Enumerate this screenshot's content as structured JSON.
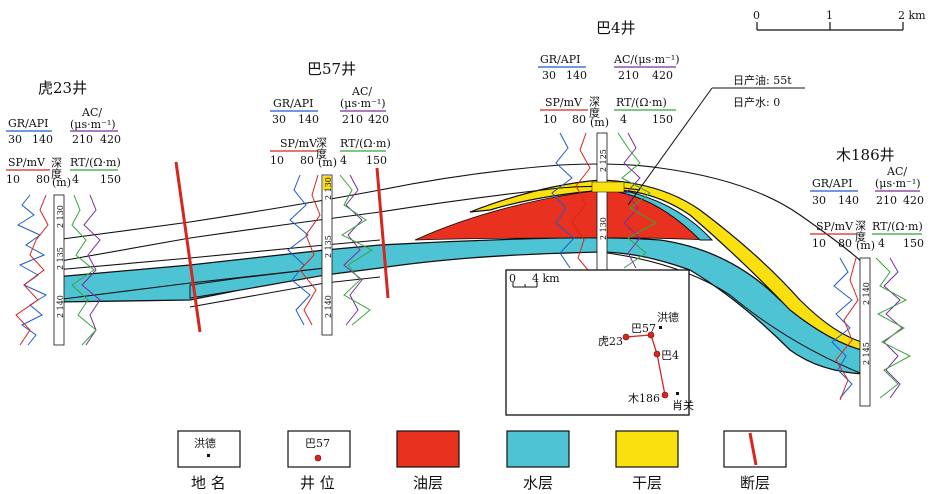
{
  "scale_bar": {
    "ticks": [
      "0",
      "1",
      "2 km"
    ]
  },
  "wells": [
    {
      "id": "hu23",
      "name": "虎23井",
      "gr_label": "GR/API",
      "gr_min": "30",
      "gr_max": "140",
      "ac_label": "AC/",
      "ac_unit": "(μs·m⁻¹)",
      "ac_min": "210",
      "ac_max": "420",
      "sp_label": "SP/mV",
      "sp_min": "10",
      "sp_max": "80",
      "depth_label": "深度",
      "depth_unit": "(m)",
      "rt_label": "RT/(Ω·m)",
      "rt_min": "4",
      "rt_max": "150",
      "depth_ticks": [
        "2 130",
        "2 135",
        "2 140"
      ]
    },
    {
      "id": "ba57",
      "name": "巴57井",
      "gr_label": "GR/API",
      "gr_min": "30",
      "gr_max": "140",
      "ac_label": "AC/",
      "ac_unit": "(μs·m⁻¹)",
      "ac_min": "210",
      "ac_max": "420",
      "sp_label": "SP/mV",
      "sp_min": "10",
      "sp_max": "80",
      "depth_label": "深度",
      "depth_unit": "(m)",
      "rt_label": "RT/(Ω·m)",
      "rt_min": "4",
      "rt_max": "150",
      "depth_ticks": [
        "2 130",
        "2 135",
        "2 140"
      ]
    },
    {
      "id": "ba4",
      "name": "巴4井",
      "gr_label": "GR/API",
      "gr_min": "30",
      "gr_max": "140",
      "ac_label": "AC/(μs·m⁻¹)",
      "ac_min": "210",
      "ac_max": "420",
      "sp_label": "SP/mV",
      "sp_min": "10",
      "sp_max": "80",
      "depth_label": "深度",
      "depth_unit": "(m)",
      "rt_label": "RT/(Ω·m)",
      "rt_min": "4",
      "rt_max": "150",
      "depth_ticks": [
        "2 125",
        "2 130"
      ]
    },
    {
      "id": "mu186",
      "name": "木186井",
      "gr_label": "GR/API",
      "gr_min": "30",
      "gr_max": "140",
      "ac_label": "AC/",
      "ac_unit": "(μs·m⁻¹)",
      "ac_min": "210",
      "ac_max": "420",
      "sp_label": "SP/mV",
      "sp_min": "10",
      "sp_max": "80",
      "depth_label": "深度",
      "depth_unit": "(m)",
      "rt_label": "RT/(Ω·m)",
      "rt_min": "4",
      "rt_max": "150",
      "depth_ticks": [
        "2 140",
        "2 145"
      ]
    }
  ],
  "production": {
    "oil": "日产油: 55t",
    "water": "日产水: 0"
  },
  "inset_map": {
    "scale": [
      "0",
      "4 km"
    ],
    "places": [
      "洪德",
      "肖关"
    ],
    "wells": [
      "虎23",
      "巴57",
      "巴4",
      "木186"
    ]
  },
  "legend": {
    "place_sample": "洪德",
    "well_sample": "巴57",
    "items": [
      "地 名",
      "井 位",
      "油层",
      "水层",
      "干层",
      "断层"
    ]
  },
  "colors": {
    "oil": "#e8311f",
    "water": "#4ec3d4",
    "dry": "#fbe010",
    "fault": "#d7261e",
    "gr": "#1f5cc7",
    "sp": "#d7261e",
    "ac": "#7a2e9c",
    "rt": "#38a53b"
  }
}
